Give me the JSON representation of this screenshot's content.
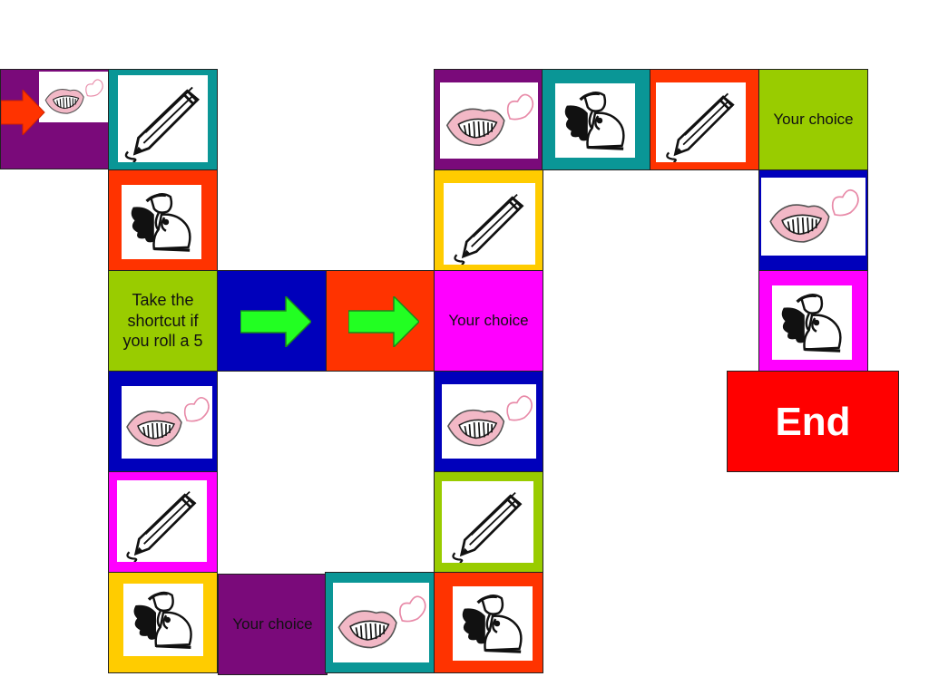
{
  "board": {
    "shortcut_text": "Take the shortcut if you roll a 5",
    "choice_label": "Your choice",
    "end_label": "End"
  },
  "colors": {
    "purple": "#7a0a7a",
    "teal": "#0a9696",
    "orange_red": "#ff3300",
    "lime": "#99cc00",
    "blue": "#0000bb",
    "magenta": "#ff00ff",
    "yellow": "#ffcc00",
    "end_red": "#ff0000",
    "green_arrow": "#22ff22"
  },
  "icons": [
    "mouth-icon",
    "pencil-icon",
    "listener-icon",
    "start-arrow-icon",
    "green-arrow-icon"
  ]
}
